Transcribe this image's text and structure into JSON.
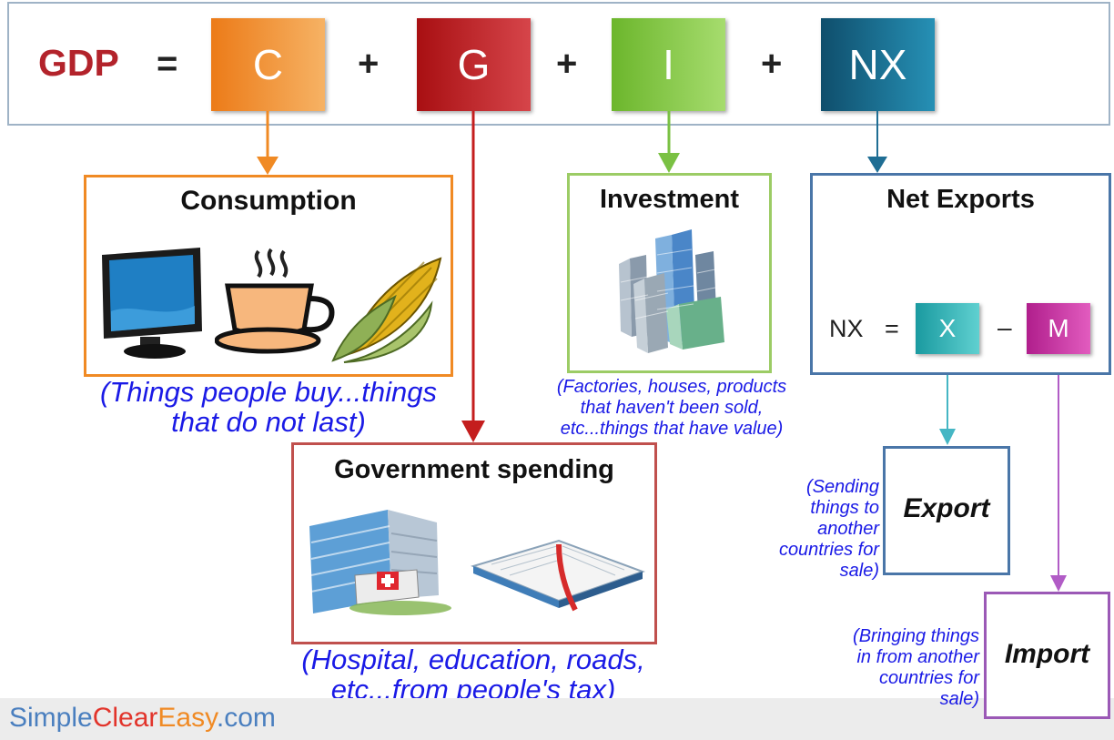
{
  "equation": {
    "lhs": "GDP",
    "equals": "=",
    "plus": "+",
    "terms": [
      {
        "symbol": "C",
        "color": "#f08a24"
      },
      {
        "symbol": "G",
        "color": "#b31b1b"
      },
      {
        "symbol": "I",
        "color": "#7ac143"
      },
      {
        "symbol": "NX",
        "color": "#16607f"
      }
    ]
  },
  "consumption": {
    "title": "Consumption",
    "note_line1": "(Things people buy...things",
    "note_line2": "that do not last)",
    "icons": [
      "computer-monitor-icon",
      "coffee-cup-icon",
      "corn-icon"
    ],
    "border_color": "#f08a24"
  },
  "investment": {
    "title": "Investment",
    "note_line1": "(Factories, houses, products",
    "note_line2": "that haven't been sold,",
    "note_line3": "etc...things that have value)",
    "icons": [
      "city-buildings-icon"
    ],
    "border_color": "#9ccc65"
  },
  "net_exports": {
    "title": "Net Exports",
    "formula_lhs": "NX",
    "equals": "=",
    "minus": "–",
    "x_symbol": "X",
    "m_symbol": "M",
    "x_color": "#2bb6b6",
    "m_color": "#c4309c",
    "border_color": "#4a76a8"
  },
  "government": {
    "title": "Government spending",
    "note_line1": "(Hospital, education, roads,",
    "note_line2": "etc...from people's tax)",
    "icons": [
      "hospital-icon",
      "open-book-icon"
    ],
    "border_color": "#c0504d"
  },
  "export": {
    "title": "Export",
    "note_line1": "(Sending",
    "note_line2": "things to",
    "note_line3": "another",
    "note_line4": "countries for",
    "note_line5": "sale)",
    "border_color": "#4a76a8"
  },
  "import": {
    "title": "Import",
    "note_line1": "(Bringing things",
    "note_line2": "in from another",
    "note_line3": "countries for",
    "note_line4": "sale)",
    "border_color": "#9b59b6"
  },
  "footer": {
    "brand_part1": "Simple",
    "brand_part2": "Clear",
    "brand_part3": "Easy",
    "brand_part4": ".com"
  }
}
